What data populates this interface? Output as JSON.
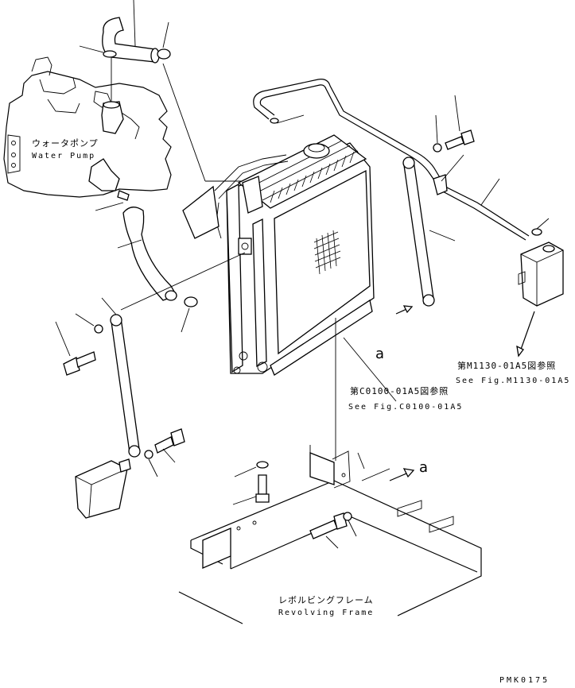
{
  "labels": {
    "water_pump_jp": "ウォータポンプ",
    "water_pump_en": "Water Pump",
    "ref_m1130_jp": "第M1130-01A5図参照",
    "ref_m1130_en": "See Fig.M1130-01A5",
    "ref_c0100_jp": "第C0100-01A5図参照",
    "ref_c0100_en": "See Fig.C0100-01A5",
    "view_a_upper": "a",
    "view_a_lower": "a",
    "frame_jp": "レボルビングフレーム",
    "frame_en": "Revolving Frame",
    "drawing_code": "PMK0175"
  },
  "colors": {
    "ink": "#000000",
    "paper": "#ffffff"
  }
}
